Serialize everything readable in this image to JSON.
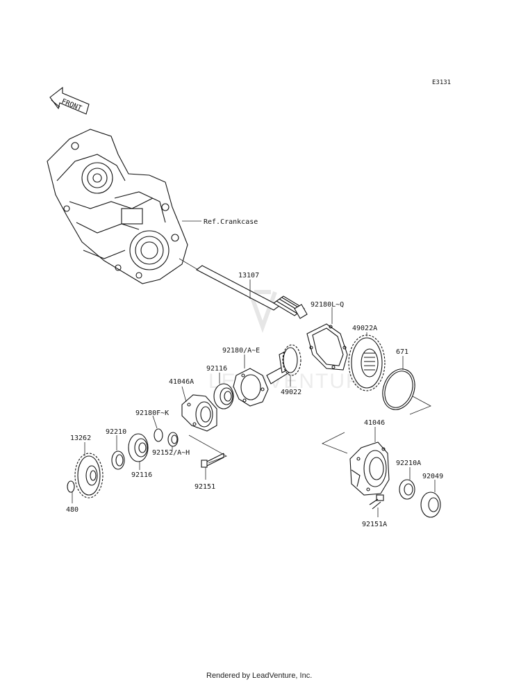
{
  "diagram_code": "E3131",
  "front_label": "FRONT",
  "footer": "Rendered by LeadVenture, Inc.",
  "watermark": "LEADVENTURE",
  "callouts": {
    "ref_crankcase": "Ref.Crankcase",
    "p13107": "13107",
    "p92180LQ": "92180L~Q",
    "p49022A": "49022A",
    "p671": "671",
    "p92180AE": "92180/A~E",
    "p92116a": "92116",
    "p49022": "49022",
    "p41046A": "41046A",
    "p92180FK": "92180F~K",
    "p92210": "92210",
    "p13262": "13262",
    "p92152AH": "92152/A~H",
    "p92116b": "92116",
    "p92151": "92151",
    "p480": "480",
    "p41046": "41046",
    "p92210A": "92210A",
    "p92049": "92049",
    "p92151A": "92151A"
  }
}
